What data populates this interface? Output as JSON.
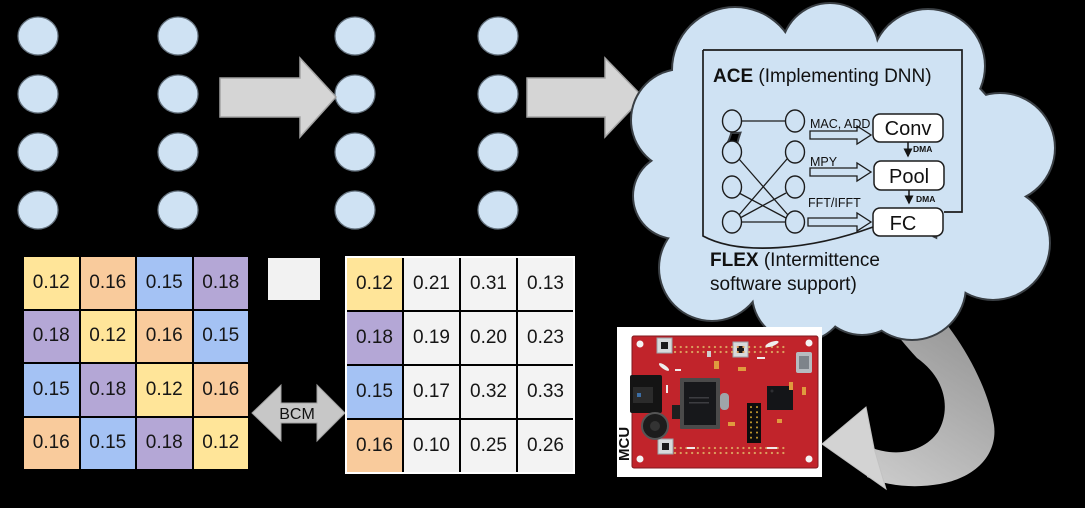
{
  "palette": {
    "yellow": "#ffe599",
    "orange": "#f9cb9c",
    "blue": "#a4c2f4",
    "purple": "#b4a7d6",
    "gray": "#f3f3f3",
    "cloud_blue": "#cfe2f3",
    "arrow_gray": "#d5d5d5",
    "background": "#000000"
  },
  "matrices": {
    "left": {
      "values": [
        [
          "0.12",
          "0.16",
          "0.15",
          "0.18"
        ],
        [
          "0.18",
          "0.12",
          "0.16",
          "0.15"
        ],
        [
          "0.15",
          "0.18",
          "0.12",
          "0.16"
        ],
        [
          "0.16",
          "0.15",
          "0.18",
          "0.12"
        ]
      ],
      "colors": [
        [
          "yellow",
          "orange",
          "blue",
          "purple"
        ],
        [
          "purple",
          "yellow",
          "orange",
          "blue"
        ],
        [
          "blue",
          "purple",
          "yellow",
          "orange"
        ],
        [
          "orange",
          "blue",
          "purple",
          "yellow"
        ]
      ]
    },
    "right": {
      "values": [
        [
          "0.12",
          "0.21",
          "0.31",
          "0.13"
        ],
        [
          "0.18",
          "0.19",
          "0.20",
          "0.23"
        ],
        [
          "0.15",
          "0.17",
          "0.32",
          "0.33"
        ],
        [
          "0.16",
          "0.10",
          "0.25",
          "0.26"
        ]
      ],
      "colors": [
        [
          "yellow",
          "gray",
          "gray",
          "gray"
        ],
        [
          "purple",
          "gray",
          "gray",
          "gray"
        ],
        [
          "blue",
          "gray",
          "gray",
          "gray"
        ],
        [
          "orange",
          "gray",
          "gray",
          "gray"
        ]
      ]
    }
  },
  "bcm": {
    "label": "BCM"
  },
  "cloud": {
    "ace_bold": "ACE",
    "ace_rest": " (Implementing DNN)",
    "flex_bold": "FLEX",
    "flex_rest": " (Intermittence",
    "flex_line2": "software support)",
    "op_labels": {
      "conv": "MAC, ADD",
      "pool": "MPY",
      "fc": "FFT/IFFT"
    },
    "blocks": {
      "conv": "Conv",
      "pool": "Pool",
      "fc": "FC"
    },
    "dma1": "DMA",
    "dma2": "DMA"
  },
  "mcu": {
    "label": "MCU"
  }
}
